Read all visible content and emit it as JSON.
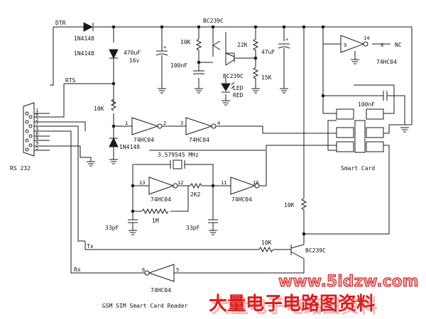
{
  "signals": {
    "dtr": "DTR",
    "rts": "RTS",
    "tx": "Tx",
    "rx": "Rx",
    "nc": "NC",
    "rs232": "RS 232"
  },
  "components": {
    "d1": "1N4148",
    "d2": "1N4148",
    "d3": "1N4148",
    "c_470": "470uF",
    "c_470_v": "16v",
    "r_10k_a": "10K",
    "c_100nf_a": "100nF",
    "q1": "BC239C",
    "q1b": "BC239C",
    "r_22k": "22K",
    "c_47": "47uF",
    "r_15k": "15K",
    "led": "LED",
    "led_color": "RED",
    "r_10k_b": "10K",
    "u_inv1": "74HC04",
    "u_inv2": "74HC04",
    "u_inv3": "74HC04",
    "u_inv4": "74HC04",
    "u_inv5": "74HC04",
    "u_inv6": "74HC04",
    "crystal": "3.579545 MHz",
    "r_2k2": "2K2",
    "r_1m": "1M",
    "c_33pf_a": "33pF",
    "c_33pf_b": "33pF",
    "c_100nf_b": "100nF",
    "r_10k_c": "10K",
    "r_10k_d": "10K",
    "q2": "BC239C",
    "smart_card": "Smart Card"
  },
  "pins": {
    "p1": "1",
    "p2": "2",
    "p3": "3",
    "p4": "4",
    "p5": "5",
    "p6": "6",
    "p8": "8",
    "p9": "9",
    "p10": "10",
    "p11": "11",
    "p12": "12",
    "p13": "13",
    "p14": "14",
    "db_1": "1",
    "db_6": "6",
    "db_2": "2",
    "db_7": "7",
    "db_3": "3",
    "db_8": "8",
    "db_4": "4",
    "db_9": "9",
    "db_5": "5"
  },
  "caption": "GSM SIM Smart Card Reader",
  "watermark": {
    "url": "www.5idzw.com",
    "cn": "大量电子电路图资料"
  }
}
